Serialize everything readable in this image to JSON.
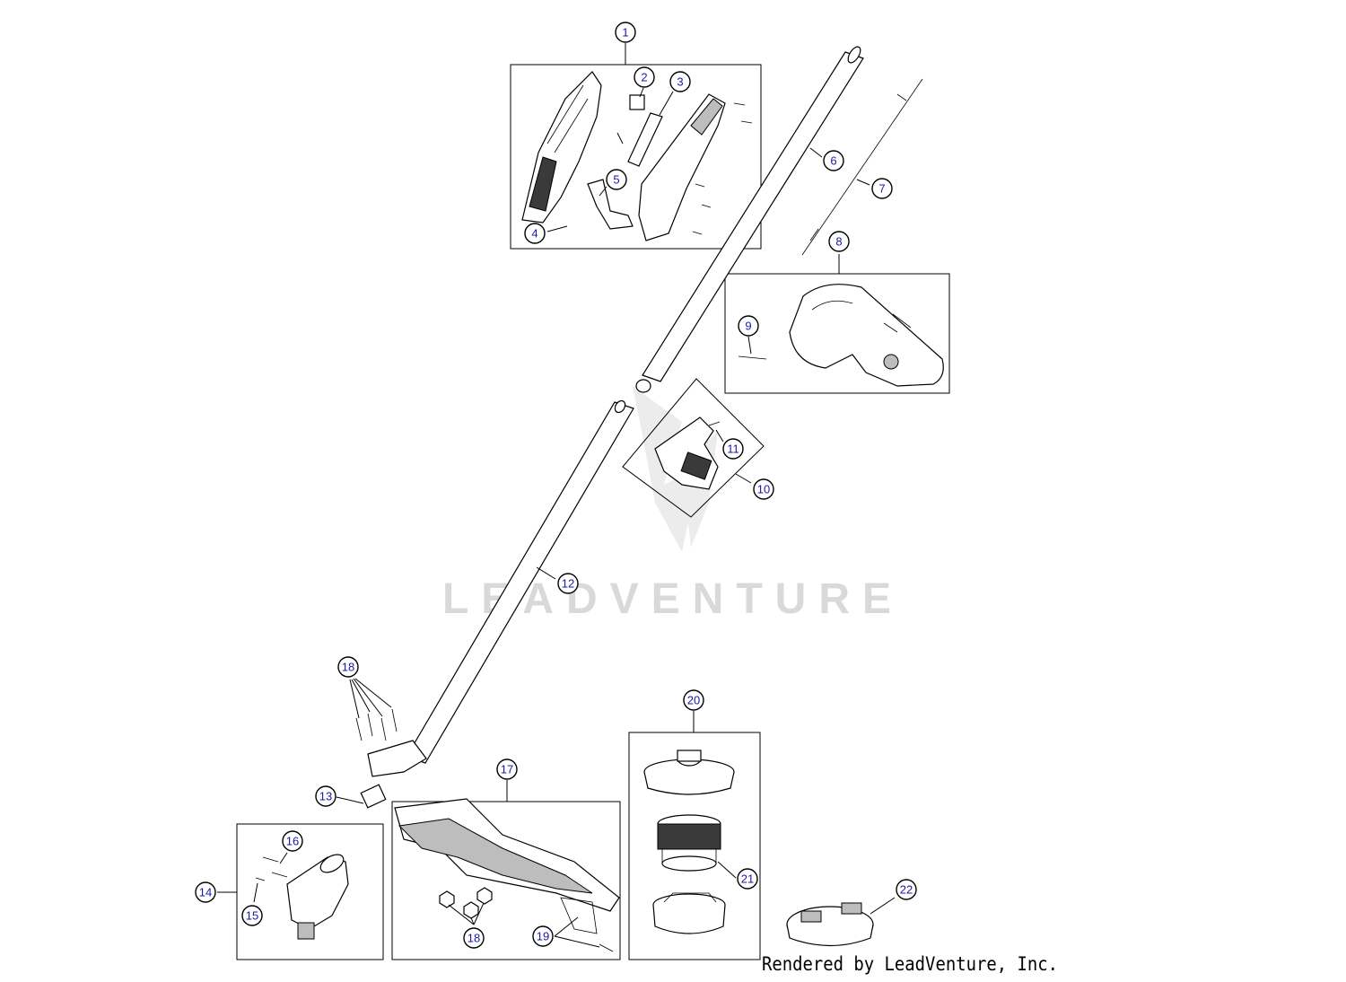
{
  "watermark": "LEADVENTURE",
  "credit": "Rendered by LeadVenture, Inc.",
  "callouts": [
    "1",
    "2",
    "3",
    "4",
    "5",
    "6",
    "7",
    "8",
    "9",
    "10",
    "11",
    "12",
    "13",
    "14",
    "15",
    "16",
    "17",
    "18",
    "19",
    "20",
    "21",
    "22"
  ],
  "colors": {
    "callout_text": "#1a1aa6",
    "line": "#000000",
    "watermark": "#d9d9d9"
  }
}
